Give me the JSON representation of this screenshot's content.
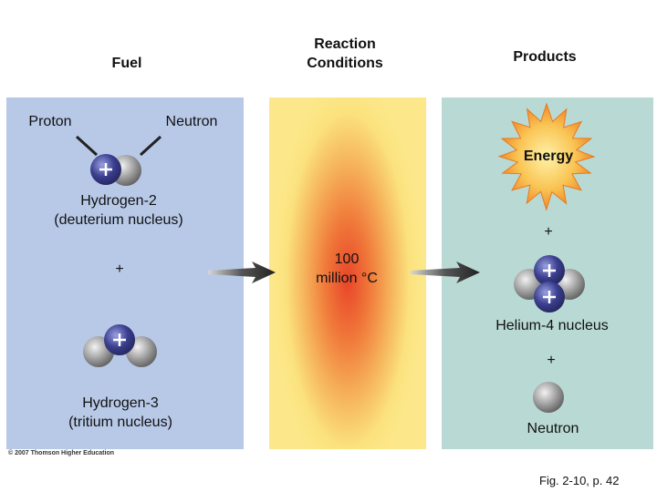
{
  "columns": {
    "fuel": "Fuel",
    "conditions_line1": "Reaction",
    "conditions_line2": "Conditions",
    "products": "Products"
  },
  "fuel": {
    "proton_label": "Proton",
    "neutron_label": "Neutron",
    "deuterium_line1": "Hydrogen-2",
    "deuterium_line2": "(deuterium nucleus)",
    "plus": "+",
    "tritium_line1": "Hydrogen-3",
    "tritium_line2": "(tritium nucleus)"
  },
  "conditions": {
    "temp_line1": "100",
    "temp_line2": "million °C"
  },
  "products": {
    "energy": "Energy",
    "plus1": "+",
    "helium": "Helium-4 nucleus",
    "plus2": "+",
    "neutron": "Neutron"
  },
  "footer": {
    "credit": "© 2007 Thomson Higher Education",
    "figure": "Fig. 2-10, p. 42"
  },
  "colors": {
    "fuel_panel": "#b8c9e8",
    "conditions_hot": "#e8452a",
    "conditions_cool": "#fce88a",
    "products_panel": "#b9dad4",
    "proton": "#3b3f8f",
    "neutron": "#a0a0a0",
    "energy_burst": "#f7a43a"
  }
}
